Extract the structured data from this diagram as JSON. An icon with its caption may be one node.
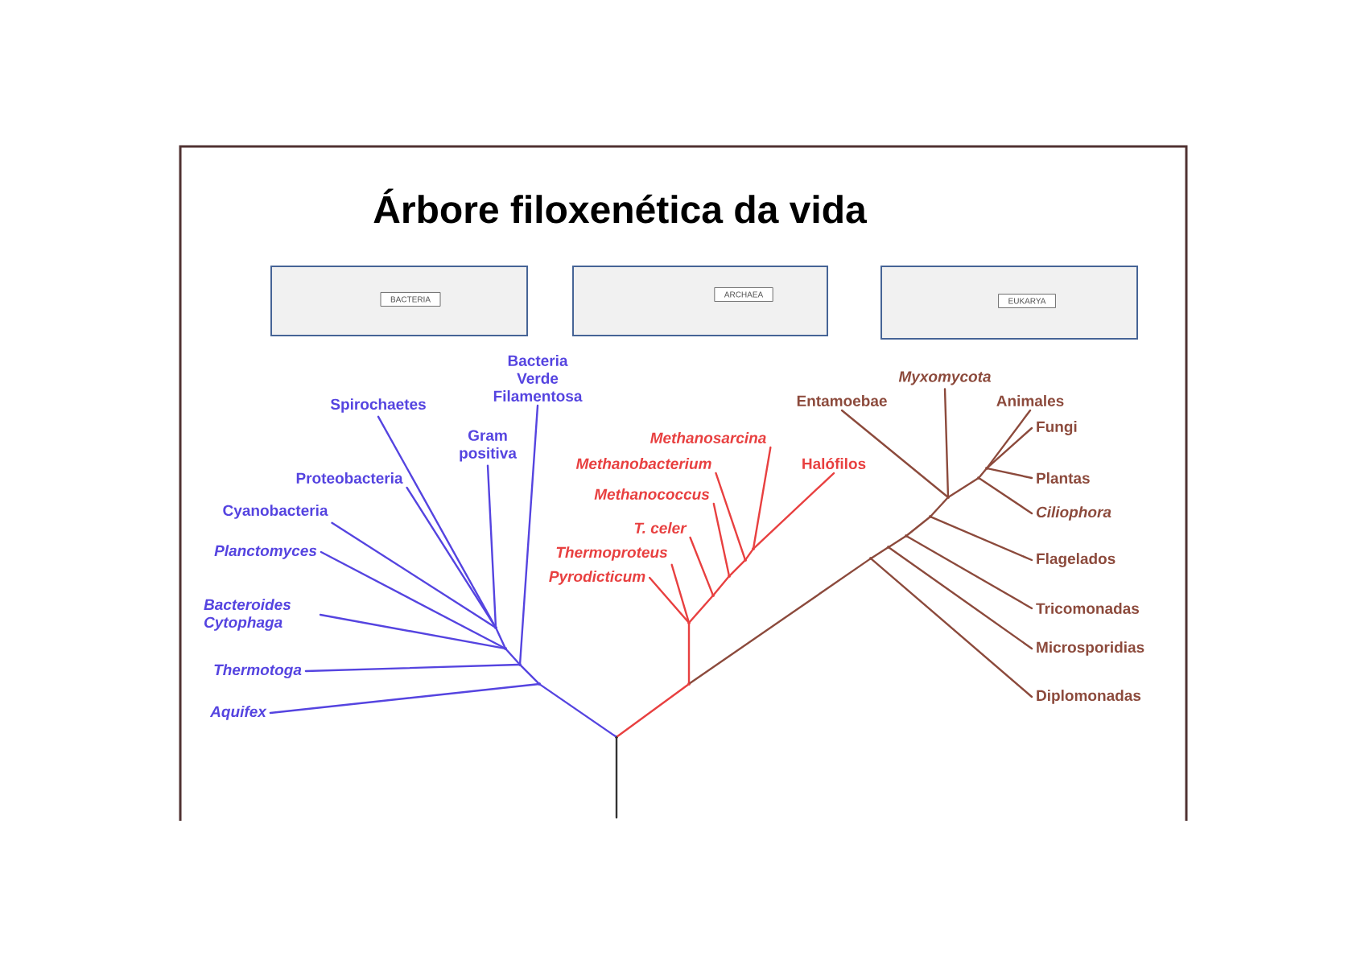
{
  "diagram": {
    "title": "Árbore filoxenética da vida",
    "nodes": [
      {
        "text": [],
        "shape": "box"
      },
      {
        "text": [
          "BACTERIA"
        ],
        "in": 0
      },
      {
        "text": [],
        "shape": "box"
      },
      {
        "text": [
          "ARCHAEA"
        ],
        "in": 2
      },
      {
        "text": [],
        "shape": "box"
      },
      {
        "text": [
          "EUKARYA"
        ],
        "in": 4
      },
      {
        "text": [
          "Bacteria Verde Filamentosa"
        ]
      },
      {
        "text": [
          "Spirochaetes"
        ]
      },
      {
        "text": [
          "Gram positiva"
        ]
      },
      {
        "text": [
          "Proteobacteria"
        ]
      },
      {
        "text": [
          "Cyanobacteria"
        ]
      },
      {
        "text": [
          "Planctomyces"
        ]
      },
      {
        "text": [
          "Bacteroides Cytophaga"
        ]
      },
      {
        "text": [
          "Thermotoga"
        ]
      },
      {
        "text": [
          "Aquifex"
        ]
      },
      {
        "text": [
          "Methanosarcina"
        ]
      },
      {
        "text": [
          "Methanobacterium"
        ]
      },
      {
        "text": [
          "Methanococcus"
        ]
      },
      {
        "text": [
          "T. celer"
        ]
      },
      {
        "text": [
          "Halófilos"
        ]
      },
      {
        "text": [
          "Thermoproteus"
        ]
      },
      {
        "text": [
          "Pyrodicticum"
        ]
      },
      {
        "text": [
          "Myxomycota"
        ]
      },
      {
        "text": [
          "Entamoebae"
        ]
      },
      {
        "text": [
          "Animales"
        ]
      },
      {
        "text": [
          "Fungi"
        ]
      },
      {
        "text": [
          "Plantas"
        ]
      },
      {
        "text": [
          "Ciliophora"
        ]
      },
      {
        "text": [
          "Flagelados"
        ]
      },
      {
        "text": [
          "Tricomonadas"
        ]
      },
      {
        "text": [
          "Microsporidias"
        ]
      },
      {
        "text": [
          "Diplomonadas"
        ]
      },
      {
        "text": [],
        "shape": "point"
      },
      {
        "text": [],
        "shape": "point"
      },
      {
        "text": [],
        "shape": "point"
      },
      {
        "text": [],
        "shape": "point"
      },
      {
        "text": [],
        "shape": "point"
      },
      {
        "text": [],
        "shape": "point"
      },
      {
        "text": [],
        "shape": "point"
      },
      {
        "text": [],
        "shape": "point"
      },
      {
        "text": [],
        "shape": "point"
      },
      {
        "text": [],
        "shape": "point"
      },
      {
        "text": [],
        "shape": "point"
      },
      {
        "text": [],
        "shape": "point"
      },
      {
        "text": [],
        "shape": "point"
      },
      {
        "text": [],
        "shape": "point"
      },
      {
        "text": [],
        "shape": "point"
      },
      {
        "text": [],
        "shape": "point"
      },
      {
        "text": [],
        "shape": "point"
      },
      {
        "text": [],
        "shape": "point"
      }
    ],
    "edges": [
      {
        "from": null,
        "to": 32,
        "arrow": "none",
        "color": "#333333"
      },
      {
        "from": 32,
        "to": 33,
        "arrow": "none",
        "color": "#5544e0"
      },
      {
        "from": 33,
        "to": 14,
        "arrow": "none",
        "color": "#5544e0"
      },
      {
        "from": 33,
        "to": 34,
        "arrow": "none",
        "color": "#5544e0"
      },
      {
        "from": 34,
        "to": 13,
        "arrow": "none",
        "color": "#5544e0"
      },
      {
        "from": 34,
        "to": 6,
        "arrow": "none",
        "color": "#5544e0"
      },
      {
        "from": 34,
        "to": 35,
        "arrow": "none",
        "color": "#5544e0"
      },
      {
        "from": 35,
        "to": 12,
        "arrow": "none",
        "color": "#5544e0"
      },
      {
        "from": 35,
        "to": 11,
        "arrow": "none",
        "color": "#5544e0"
      },
      {
        "from": 35,
        "to": 36,
        "arrow": "none",
        "color": "#5544e0"
      },
      {
        "from": 36,
        "to": 10,
        "arrow": "none",
        "color": "#5544e0"
      },
      {
        "from": 36,
        "to": 9,
        "arrow": "none",
        "color": "#5544e0"
      },
      {
        "from": 36,
        "to": 7,
        "arrow": "none",
        "color": "#5544e0"
      },
      {
        "from": 36,
        "to": 8,
        "arrow": "none",
        "color": "#5544e0"
      },
      {
        "from": 32,
        "to": 37,
        "arrow": "none",
        "color": "#e84040"
      },
      {
        "from": 37,
        "to": 38,
        "arrow": "none",
        "color": "#e84040"
      },
      {
        "from": 38,
        "to": 20,
        "arrow": "none",
        "color": "#e84040"
      },
      {
        "from": 38,
        "to": 21,
        "arrow": "none",
        "color": "#e84040"
      },
      {
        "from": 38,
        "to": 39,
        "arrow": "none",
        "color": "#e84040"
      },
      {
        "from": 39,
        "to": 18,
        "arrow": "none",
        "color": "#e84040"
      },
      {
        "from": 39,
        "to": 40,
        "arrow": "none",
        "color": "#e84040"
      },
      {
        "from": 40,
        "to": 17,
        "arrow": "none",
        "color": "#e84040"
      },
      {
        "from": 40,
        "to": 41,
        "arrow": "none",
        "color": "#e84040"
      },
      {
        "from": 41,
        "to": 16,
        "arrow": "none",
        "color": "#e84040"
      },
      {
        "from": 41,
        "to": 42,
        "arrow": "none",
        "color": "#e84040"
      },
      {
        "from": 42,
        "to": 15,
        "arrow": "none",
        "color": "#e84040"
      },
      {
        "from": 42,
        "to": 19,
        "arrow": "none",
        "color": "#e84040"
      },
      {
        "from": 37,
        "to": 43,
        "arrow": "none",
        "color": "#8c4a3c"
      },
      {
        "from": 43,
        "to": 31,
        "arrow": "none",
        "color": "#8c4a3c"
      },
      {
        "from": 43,
        "to": 44,
        "arrow": "none",
        "color": "#8c4a3c"
      },
      {
        "from": 44,
        "to": 30,
        "arrow": "none",
        "color": "#8c4a3c"
      },
      {
        "from": 44,
        "to": 45,
        "arrow": "none",
        "color": "#8c4a3c"
      },
      {
        "from": 45,
        "to": 29,
        "arrow": "none",
        "color": "#8c4a3c"
      },
      {
        "from": 45,
        "to": 46,
        "arrow": "none",
        "color": "#8c4a3c"
      },
      {
        "from": 46,
        "to": 28,
        "arrow": "none",
        "color": "#8c4a3c"
      },
      {
        "from": 46,
        "to": 47,
        "arrow": "none",
        "color": "#8c4a3c"
      },
      {
        "from": 47,
        "to": 23,
        "arrow": "none",
        "color": "#8c4a3c"
      },
      {
        "from": 47,
        "to": 22,
        "arrow": "none",
        "color": "#8c4a3c"
      },
      {
        "from": 47,
        "to": 48,
        "arrow": "none",
        "color": "#8c4a3c"
      },
      {
        "from": 48,
        "to": 27,
        "arrow": "none",
        "color": "#8c4a3c"
      },
      {
        "from": 48,
        "to": 49,
        "arrow": "none",
        "color": "#8c4a3c"
      },
      {
        "from": 49,
        "to": 24,
        "arrow": "none",
        "color": "#8c4a3c"
      },
      {
        "from": 49,
        "to": 25,
        "arrow": "none",
        "color": "#8c4a3c"
      },
      {
        "from": 49,
        "to": 26,
        "arrow": "none",
        "color": "#8c4a3c"
      }
    ]
  }
}
